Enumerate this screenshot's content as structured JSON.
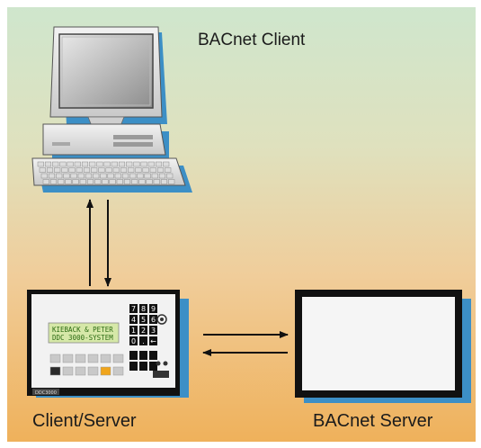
{
  "labels": {
    "client": "BACnet Client",
    "client_server": "Client/Server",
    "server": "BACnet Server"
  },
  "controller": {
    "lcd_line1": "KIEBACK & PETER",
    "lcd_line2": "DDC 3000-SYSTEM",
    "model_tag": "DDC3000",
    "keypad": [
      "7",
      "8",
      "9",
      "4",
      "5",
      "6",
      "1",
      "2",
      "3",
      "0",
      ".",
      "←"
    ]
  },
  "colors": {
    "shadow": "#3c8fc6",
    "frame": "#111111",
    "screen": "#f5f5f5",
    "lcd": "#d6e8a8",
    "orange_key": "#f0a51c"
  },
  "icons": [
    "computer-icon",
    "controller-icon",
    "server-icon",
    "arrow-up-icon",
    "arrow-down-icon",
    "arrow-right-icon",
    "arrow-left-icon"
  ]
}
